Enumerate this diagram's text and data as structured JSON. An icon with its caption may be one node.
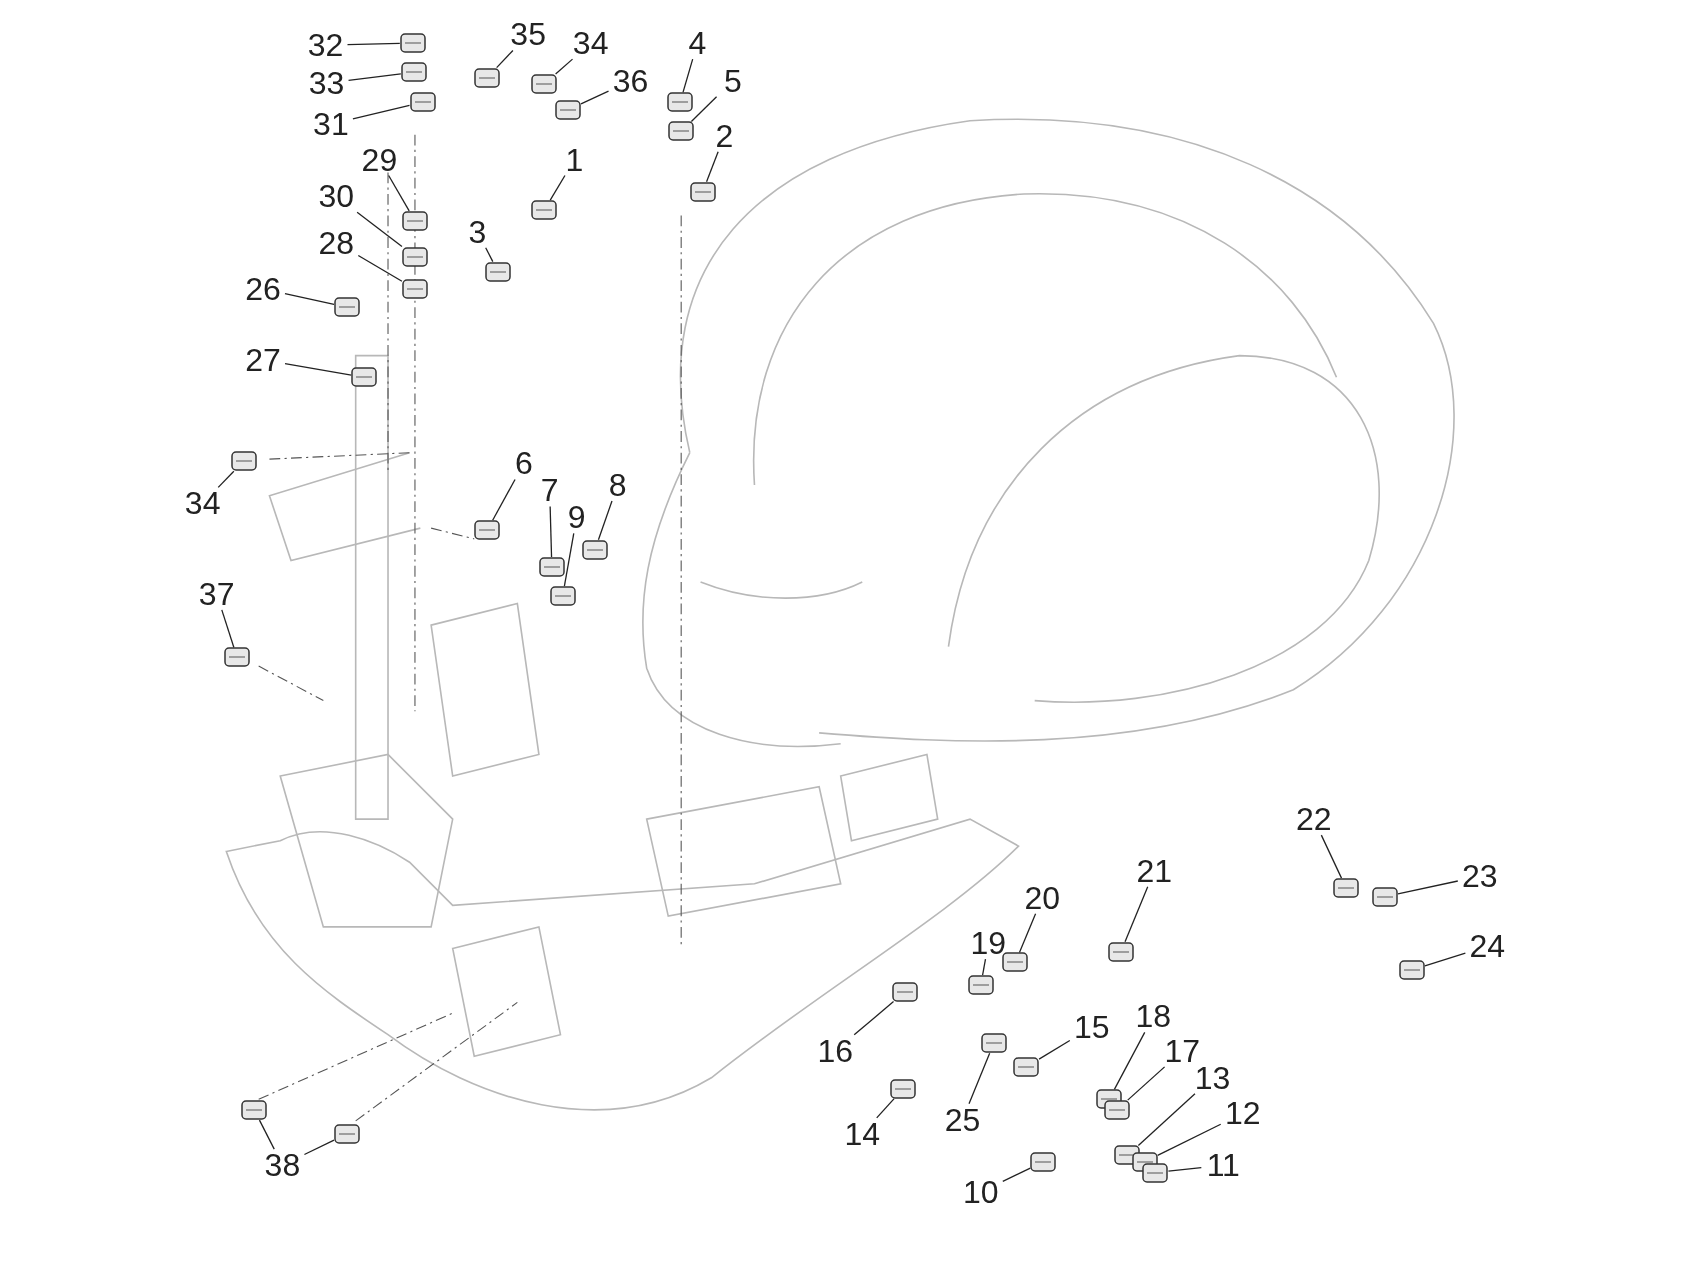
{
  "diagram": {
    "nodes": [
      {
        "text": [
          "32"
        ]
      },
      {
        "text": [],
        "shape": "picture"
      },
      {
        "text": [
          "33"
        ]
      },
      {
        "text": [],
        "shape": "picture"
      },
      {
        "text": [
          "31"
        ]
      },
      {
        "text": [],
        "shape": "picture"
      },
      {
        "text": [
          "35"
        ]
      },
      {
        "text": [],
        "shape": "picture"
      },
      {
        "text": [
          "34"
        ]
      },
      {
        "text": [],
        "shape": "picture"
      },
      {
        "text": [
          "4"
        ]
      },
      {
        "text": [],
        "shape": "picture"
      },
      {
        "text": [
          "36"
        ]
      },
      {
        "text": [],
        "shape": "picture"
      },
      {
        "text": [
          "5"
        ]
      },
      {
        "text": [],
        "shape": "picture"
      },
      {
        "text": [
          "29"
        ]
      },
      {
        "text": [],
        "shape": "picture"
      },
      {
        "text": [
          "1"
        ]
      },
      {
        "text": [],
        "shape": "picture"
      },
      {
        "text": [
          "2"
        ]
      },
      {
        "text": [],
        "shape": "picture"
      },
      {
        "text": [
          "30"
        ]
      },
      {
        "text": [],
        "shape": "picture"
      },
      {
        "text": [
          "3"
        ]
      },
      {
        "text": [],
        "shape": "picture"
      },
      {
        "text": [
          "28"
        ]
      },
      {
        "text": [],
        "shape": "picture"
      },
      {
        "text": [
          "26"
        ]
      },
      {
        "text": [],
        "shape": "picture"
      },
      {
        "text": [
          "27"
        ]
      },
      {
        "text": [],
        "shape": "picture"
      },
      {
        "text": [
          "6"
        ]
      },
      {
        "text": [],
        "shape": "picture"
      },
      {
        "text": [
          "8"
        ]
      },
      {
        "text": [],
        "shape": "picture"
      },
      {
        "text": [
          "7"
        ]
      },
      {
        "text": [],
        "shape": "picture"
      },
      {
        "text": [
          "34"
        ]
      },
      {
        "text": [],
        "shape": "picture"
      },
      {
        "text": [
          "9"
        ]
      },
      {
        "text": [],
        "shape": "picture"
      },
      {
        "text": [
          "37"
        ]
      },
      {
        "text": [],
        "shape": "picture"
      },
      {
        "text": [
          "22"
        ]
      },
      {
        "text": [],
        "shape": "picture"
      },
      {
        "text": [
          "21"
        ]
      },
      {
        "text": [],
        "shape": "picture"
      },
      {
        "text": [
          "20"
        ]
      },
      {
        "text": [],
        "shape": "picture"
      },
      {
        "text": [
          "23"
        ]
      },
      {
        "text": [],
        "shape": "picture"
      },
      {
        "text": [
          "19"
        ]
      },
      {
        "text": [],
        "shape": "picture"
      },
      {
        "text": [
          "24"
        ]
      },
      {
        "text": [],
        "shape": "picture"
      },
      {
        "text": [
          "15"
        ]
      },
      {
        "text": [],
        "shape": "picture"
      },
      {
        "text": [
          "18"
        ]
      },
      {
        "text": [],
        "shape": "picture"
      },
      {
        "text": [
          "16"
        ]
      },
      {
        "text": [],
        "shape": "picture"
      },
      {
        "text": [
          "17"
        ]
      },
      {
        "text": [],
        "shape": "picture"
      },
      {
        "text": [
          "13"
        ]
      },
      {
        "text": [],
        "shape": "picture"
      },
      {
        "text": [
          "12"
        ]
      },
      {
        "text": [],
        "shape": "picture"
      },
      {
        "text": [
          "25"
        ]
      },
      {
        "text": [],
        "shape": "picture"
      },
      {
        "text": [
          "14"
        ]
      },
      {
        "text": [],
        "shape": "picture"
      },
      {
        "text": [
          "38"
        ]
      },
      {
        "text": [],
        "shape": "picture"
      },
      {
        "text": [],
        "shape": "picture"
      },
      {
        "text": [
          "11"
        ]
      },
      {
        "text": [],
        "shape": "picture"
      },
      {
        "text": [
          "10"
        ]
      },
      {
        "text": [],
        "shape": "picture"
      }
    ],
    "edges": [
      {
        "from": 0,
        "to": 1,
        "arrow": "none"
      },
      {
        "from": 2,
        "to": 3,
        "arrow": "none"
      },
      {
        "from": 4,
        "to": 5,
        "arrow": "none"
      },
      {
        "from": 6,
        "to": 7,
        "arrow": "none"
      },
      {
        "from": 8,
        "to": 9,
        "arrow": "none"
      },
      {
        "from": 10,
        "to": 11,
        "arrow": "none"
      },
      {
        "from": 12,
        "to": 13,
        "arrow": "none"
      },
      {
        "from": 14,
        "to": 15,
        "arrow": "none"
      },
      {
        "from": 16,
        "to": 17,
        "arrow": "none"
      },
      {
        "from": 18,
        "to": 19,
        "arrow": "none"
      },
      {
        "from": 20,
        "to": 21,
        "arrow": "none"
      },
      {
        "from": 22,
        "to": 23,
        "arrow": "none"
      },
      {
        "from": 24,
        "to": 25,
        "arrow": "none"
      },
      {
        "from": 26,
        "to": 27,
        "arrow": "none"
      },
      {
        "from": 28,
        "to": 29,
        "arrow": "none"
      },
      {
        "from": 30,
        "to": 31,
        "arrow": "none"
      },
      {
        "from": 32,
        "to": 33,
        "arrow": "none"
      },
      {
        "from": 34,
        "to": 35,
        "arrow": "none"
      },
      {
        "from": 36,
        "to": 37,
        "arrow": "none"
      },
      {
        "from": 38,
        "to": 39,
        "arrow": "none"
      },
      {
        "from": 40,
        "to": 41,
        "arrow": "none"
      },
      {
        "from": 42,
        "to": 43,
        "arrow": "none"
      },
      {
        "from": 44,
        "to": 45,
        "arrow": "none"
      },
      {
        "from": 46,
        "to": 47,
        "arrow": "none"
      },
      {
        "from": 48,
        "to": 49,
        "arrow": "none"
      },
      {
        "from": 50,
        "to": 51,
        "arrow": "none"
      },
      {
        "from": 52,
        "to": 53,
        "arrow": "none"
      },
      {
        "from": 54,
        "to": 55,
        "arrow": "none"
      },
      {
        "from": 56,
        "to": 57,
        "arrow": "none"
      },
      {
        "from": 58,
        "to": 59,
        "arrow": "none"
      },
      {
        "from": 60,
        "to": 61,
        "arrow": "none"
      },
      {
        "from": 62,
        "to": 63,
        "arrow": "none"
      },
      {
        "from": 64,
        "to": 65,
        "arrow": "none"
      },
      {
        "from": 66,
        "to": 67,
        "arrow": "none"
      },
      {
        "from": 68,
        "to": 69,
        "arrow": "none"
      },
      {
        "from": 70,
        "to": 71,
        "arrow": "none"
      },
      {
        "from": 72,
        "to": 73,
        "arrow": "none"
      },
      {
        "from": 72,
        "to": 74,
        "arrow": "none"
      },
      {
        "from": 75,
        "to": 76,
        "arrow": "none"
      },
      {
        "from": 77,
        "to": 78,
        "arrow": "none"
      }
    ]
  }
}
